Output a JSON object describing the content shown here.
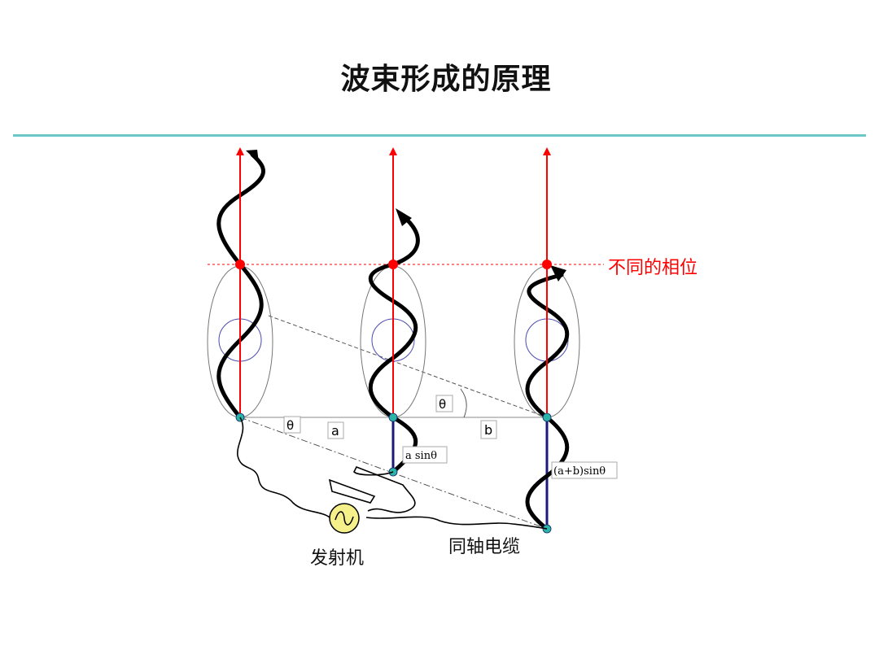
{
  "title": "波束形成的原理",
  "labels": {
    "phase": "不同的相位",
    "theta_left": "θ",
    "theta_right": "θ",
    "a": "a",
    "b": "b",
    "a_sin": "a sinθ",
    "ab_sin": "(a+b)sinθ",
    "transmitter": "发射机",
    "coax": "同轴电缆"
  },
  "colors": {
    "accent_rule": "#6cc8c8",
    "radiation_arrow": "#ff0000",
    "phase_text": "#ff0000",
    "wave": "#000000",
    "feed": "#1a1a7a",
    "node": "#2bb5a8",
    "source_fill": "#f5f08a"
  }
}
